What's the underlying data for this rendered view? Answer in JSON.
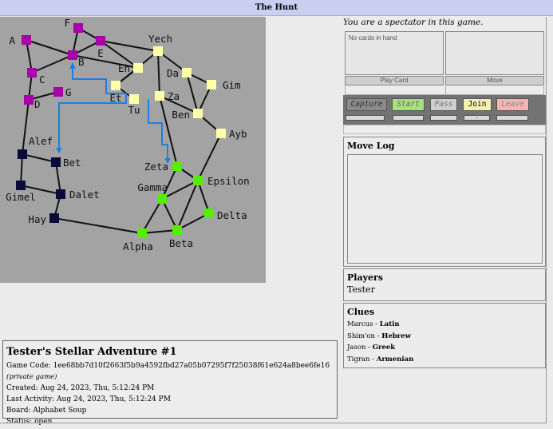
{
  "title": "The Hunt",
  "board": {
    "background": "#a3a3a3",
    "colors": {
      "magenta": "#aa00aa",
      "navy": "#0a0a3a",
      "yellow": "#ffffa8",
      "green": "#55ee00",
      "route": "#1e7fe0"
    },
    "nodes": [
      {
        "id": "A",
        "label": "A",
        "color": "magenta"
      },
      {
        "id": "F",
        "label": "F",
        "color": "magenta"
      },
      {
        "id": "E",
        "label": "E",
        "color": "magenta"
      },
      {
        "id": "B",
        "label": "B",
        "color": "magenta"
      },
      {
        "id": "C",
        "label": "C",
        "color": "magenta"
      },
      {
        "id": "D",
        "label": "D",
        "color": "magenta"
      },
      {
        "id": "G",
        "label": "G",
        "color": "magenta"
      },
      {
        "id": "Yech",
        "label": "Yech",
        "color": "yellow"
      },
      {
        "id": "Eh",
        "label": "Eh",
        "color": "yellow"
      },
      {
        "id": "Et",
        "label": "Et",
        "color": "yellow"
      },
      {
        "id": "Tu",
        "label": "Tu",
        "color": "yellow"
      },
      {
        "id": "Da",
        "label": "Da",
        "color": "yellow"
      },
      {
        "id": "Gim",
        "label": "Gim",
        "color": "yellow"
      },
      {
        "id": "Za",
        "label": "Za",
        "color": "yellow"
      },
      {
        "id": "Ben",
        "label": "Ben",
        "color": "yellow"
      },
      {
        "id": "Ayb",
        "label": "Ayb",
        "color": "yellow"
      },
      {
        "id": "Alef",
        "label": "Alef",
        "color": "navy"
      },
      {
        "id": "Bet",
        "label": "Bet",
        "color": "navy"
      },
      {
        "id": "Gimel",
        "label": "Gimel",
        "color": "navy"
      },
      {
        "id": "Dalet",
        "label": "Dalet",
        "color": "navy"
      },
      {
        "id": "Hay",
        "label": "Hay",
        "color": "navy"
      },
      {
        "id": "Zeta",
        "label": "Zeta",
        "color": "green"
      },
      {
        "id": "Epsilon",
        "label": "Epsilon",
        "color": "green"
      },
      {
        "id": "Gamma",
        "label": "Gamma",
        "color": "green"
      },
      {
        "id": "Delta",
        "label": "Delta",
        "color": "green"
      },
      {
        "id": "Alpha",
        "label": "Alpha",
        "color": "green"
      },
      {
        "id": "Beta",
        "label": "Beta",
        "color": "green"
      }
    ],
    "edges": [
      [
        "A",
        "B"
      ],
      [
        "A",
        "C"
      ],
      [
        "F",
        "B"
      ],
      [
        "F",
        "E"
      ],
      [
        "E",
        "B"
      ],
      [
        "E",
        "Yech"
      ],
      [
        "E",
        "Eh"
      ],
      [
        "B",
        "C"
      ],
      [
        "C",
        "D"
      ],
      [
        "D",
        "G"
      ],
      [
        "B",
        "Eh"
      ],
      [
        "Eh",
        "Et"
      ],
      [
        "Et",
        "Tu"
      ],
      [
        "Et",
        "Yech"
      ],
      [
        "Yech",
        "Za"
      ],
      [
        "Yech",
        "Da"
      ],
      [
        "Da",
        "Ben"
      ],
      [
        "Da",
        "Gim"
      ],
      [
        "Gim",
        "Ben"
      ],
      [
        "Za",
        "Ben"
      ],
      [
        "Za",
        "Zeta"
      ],
      [
        "Ben",
        "Ayb"
      ],
      [
        "Ayb",
        "Epsilon"
      ],
      [
        "Zeta",
        "Epsilon"
      ],
      [
        "Zeta",
        "Gamma"
      ],
      [
        "Epsilon",
        "Gamma"
      ],
      [
        "Epsilon",
        "Beta"
      ],
      [
        "Epsilon",
        "Delta"
      ],
      [
        "Gamma",
        "Alpha"
      ],
      [
        "Gamma",
        "Beta"
      ],
      [
        "Delta",
        "Beta"
      ],
      [
        "Beta",
        "Alpha"
      ],
      [
        "Alpha",
        "Hay"
      ],
      [
        "Hay",
        "Dalet"
      ],
      [
        "Dalet",
        "Bet"
      ],
      [
        "Dalet",
        "Gimel"
      ],
      [
        "Alef",
        "Bet"
      ],
      [
        "Alef",
        "Gimel"
      ],
      [
        "D",
        "Alef"
      ]
    ]
  },
  "game_info": {
    "title": "Tester's Stellar Adventure #1",
    "game_code_label": "Game Code:",
    "game_code": "1ee68bb7d10f2663f5b9a4592fbd27a05b07295f7f25038f61e624a8bee6fe16",
    "private_note": "(private game)",
    "created_label": "Created:",
    "created": "Aug 24, 2023, Thu, 5:12:24 PM",
    "last_activity_label": "Last Activity:",
    "last_activity": "Aug 24, 2023, Thu, 5:12:24 PM",
    "board_label": "Board:",
    "board": "Alphabet Soup",
    "status_label": "Status:",
    "status": "open"
  },
  "spectator_text": "You are a spectator in this game.",
  "hand_text": "No cards in hand",
  "play_card_label": "Play Card",
  "move_label": "Move",
  "actions": [
    {
      "label": "Capture",
      "bg": "#8a8a8a",
      "fg": "#333333",
      "enabled": false
    },
    {
      "label": "Start",
      "bg": "#a9e07f",
      "fg": "#666666",
      "enabled": false
    },
    {
      "label": "Pass",
      "bg": "#cfcfcf",
      "fg": "#777777",
      "enabled": false
    },
    {
      "label": "Join",
      "bg": "#f3f0b0",
      "fg": "#000000",
      "enabled": true
    },
    {
      "label": "Leave",
      "bg": "#f6b4b4",
      "fg": "#888888",
      "enabled": false
    }
  ],
  "join_slot": "-",
  "log_title": "Move Log",
  "players_title": "Players",
  "players": [
    "Tester"
  ],
  "clues_title": "Clues",
  "clues": [
    {
      "name": "Marcus",
      "language": "Latin"
    },
    {
      "name": "Shim'on",
      "language": "Hebrew"
    },
    {
      "name": "Jason",
      "language": "Greek"
    },
    {
      "name": "Tigran",
      "language": "Armenian"
    }
  ]
}
